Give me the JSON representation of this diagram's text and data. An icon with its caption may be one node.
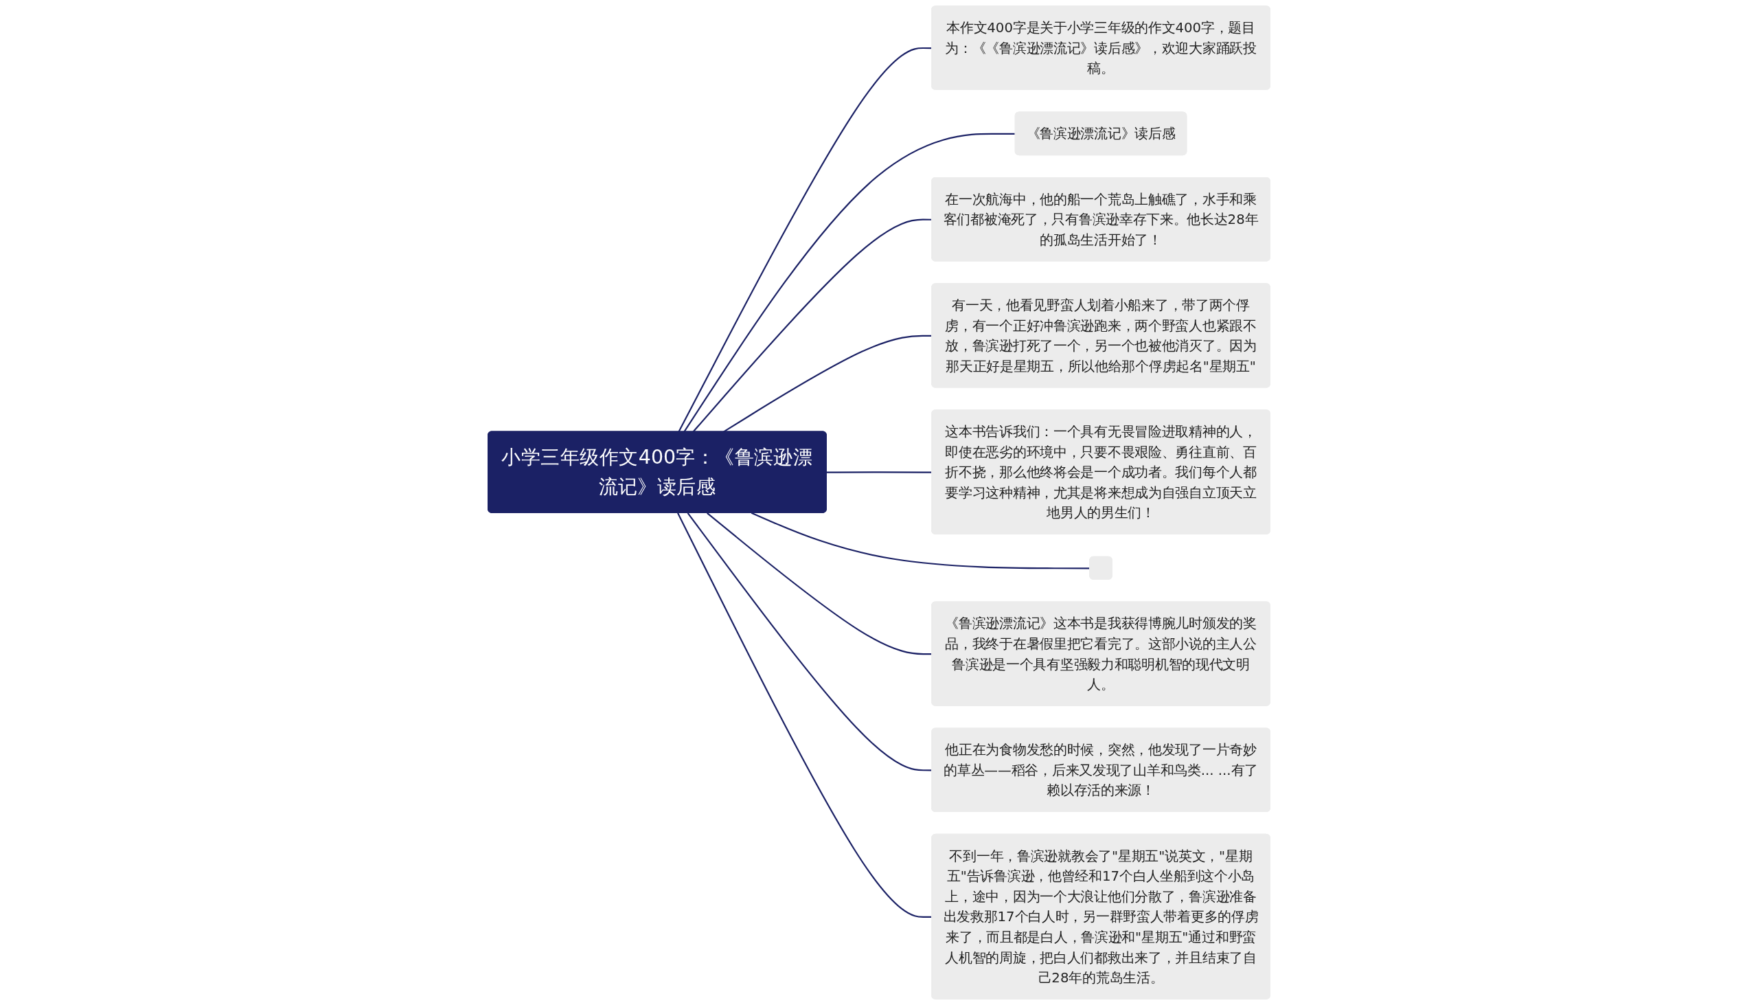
{
  "diagram": {
    "nodes": [
      {
        "text": [
          "小学三年级作文400字：《鲁滨逊漂流记》读后感"
        ]
      },
      {
        "text": [
          "本作文400字是关于小学三年级的作文400字，题目为：《《鲁滨逊漂流记》读后感》，欢迎大家踊跃投稿。"
        ]
      },
      {
        "text": [
          "《鲁滨逊漂流记》读后感"
        ]
      },
      {
        "text": [
          "在一次航海中，他的船一个荒岛上触礁了，水手和乘客们都被淹死了，只有鲁滨逊幸存下来。他长达28年的孤岛生活开始了！"
        ]
      },
      {
        "text": [
          "有一天，他看见野蛮人划着小船来了，带了两个俘虏，有一个正好冲鲁滨逊跑来，两个野蛮人也紧跟不放，鲁滨逊打死了一个，另一个也被他消灭了。因为那天正好是星期五，所以他给那个俘虏起名\"星期五\""
        ]
      },
      {
        "text": [
          "这本书告诉我们：一个具有无畏冒险进取精神的人，即使在恶劣的环境中，只要不畏艰险、勇往直前、百折不挠，那么他终将会是一个成功者。我们每个人都要学习这种精神，尤其是将来想成为自强自立顶天立地男人的男生们！"
        ]
      },
      {
        "text": [],
        "shape": "box"
      },
      {
        "text": [
          "《鲁滨逊漂流记》这本书是我获得博腕儿时颁发的奖品，我终于在暑假里把它看完了。这部小说的主人公鲁滨逊是一个具有坚强毅力和聪明机智的现代文明人。"
        ]
      },
      {
        "text": [
          "他正在为食物发愁的时候，突然，他发现了一片奇妙的草丛——稻谷，后来又发现了山羊和鸟类... ...有了赖以存活的来源！"
        ]
      },
      {
        "text": [
          "不到一年，鲁滨逊就教会了\"星期五\"说英文，\"星期五\"告诉鲁滨逊，他曾经和17个白人坐船到这个小岛上，途中，因为一个大浪让他们分散了，鲁滨逊准备出发救那17个白人时，另一群野蛮人带着更多的俘虏来了，而且都是白人，鲁滨逊和\"星期五\"通过和野蛮人机智的周旋，把白人们都救出来了，并且结束了自己28年的荒岛生活。"
        ]
      }
    ],
    "edges": [
      {
        "from": 0,
        "to": 1,
        "arrow": "none"
      },
      {
        "from": 0,
        "to": 2,
        "arrow": "none"
      },
      {
        "from": 0,
        "to": 3,
        "arrow": "none"
      },
      {
        "from": 0,
        "to": 4,
        "arrow": "none"
      },
      {
        "from": 0,
        "to": 5,
        "arrow": "none"
      },
      {
        "from": 0,
        "to": 6,
        "arrow": "none"
      },
      {
        "from": 0,
        "to": 7,
        "arrow": "none"
      },
      {
        "from": 0,
        "to": 8,
        "arrow": "none"
      },
      {
        "from": 0,
        "to": 9,
        "arrow": "none"
      }
    ]
  }
}
